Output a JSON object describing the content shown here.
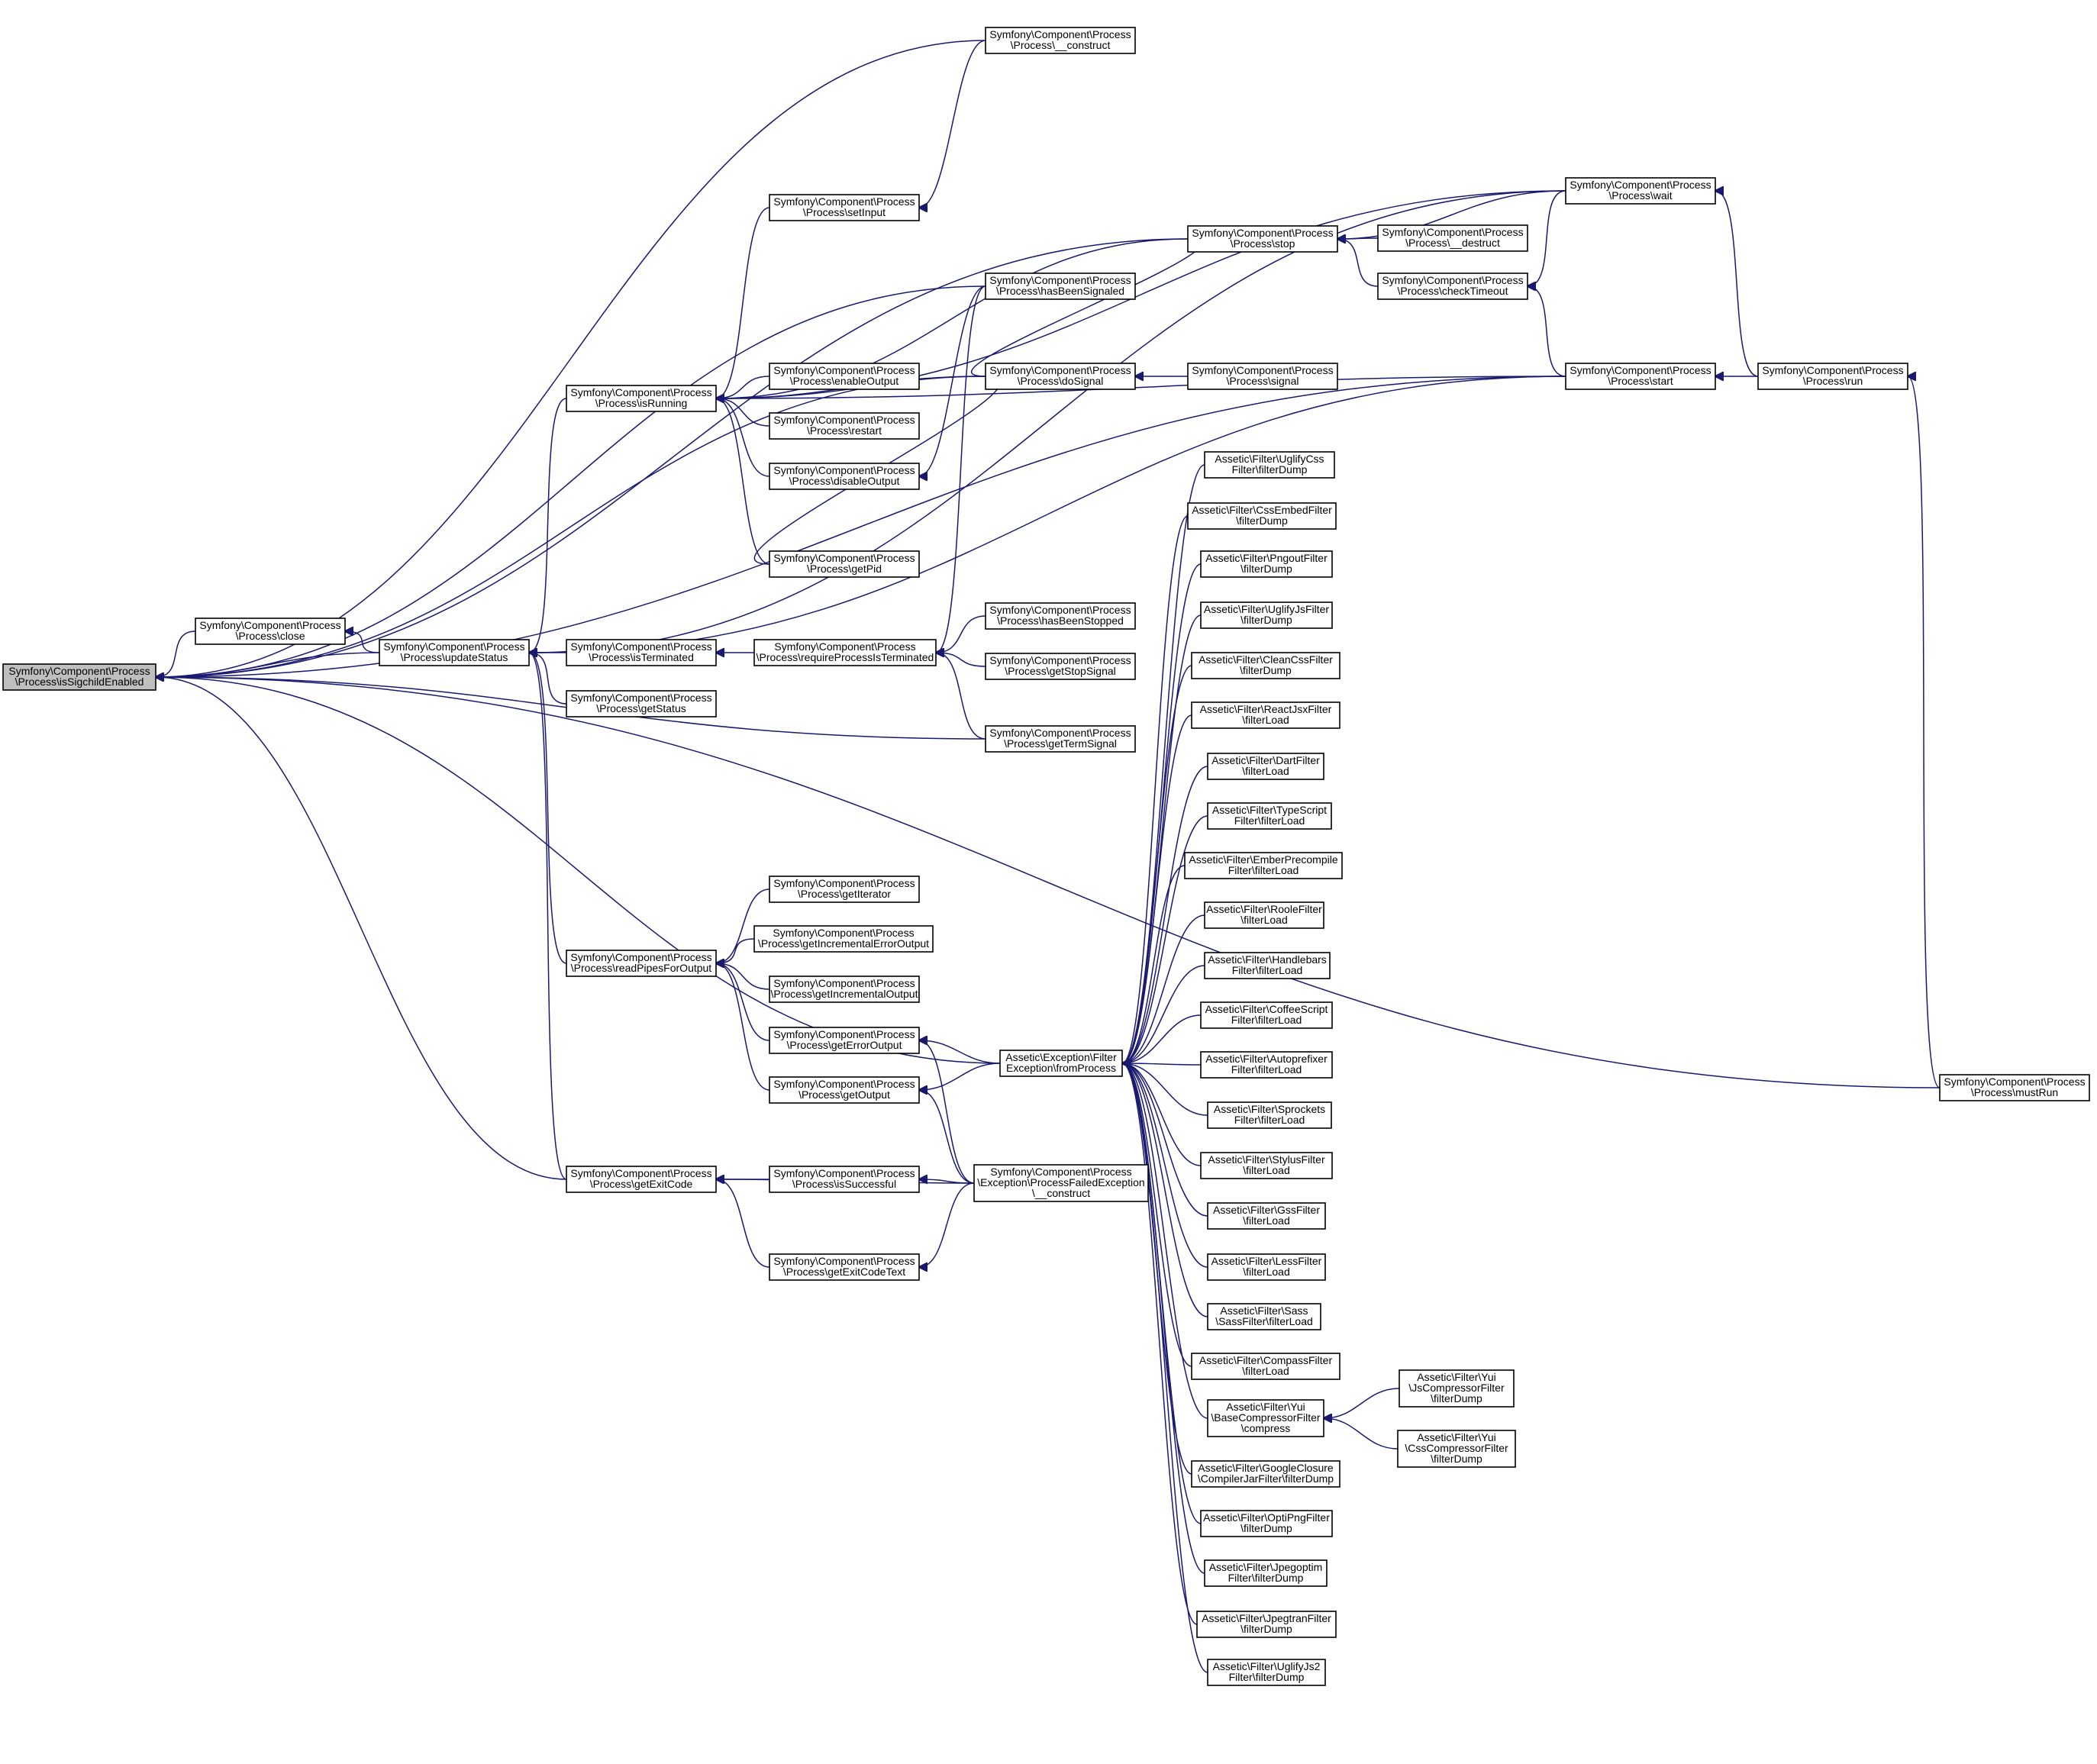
{
  "graph": {
    "edge_color": "#191970",
    "root_fill": "#bfbfbf",
    "node_fill": "#ffffff",
    "nodes": [
      {
        "id": "root",
        "lines": [
          "Symfony\\Component\\Process",
          "\\Process\\isSigchildEnabled"
        ],
        "root": true
      },
      {
        "id": "close",
        "lines": [
          "Symfony\\Component\\Process",
          "\\Process\\close"
        ]
      },
      {
        "id": "updateStatus",
        "lines": [
          "Symfony\\Component\\Process",
          "\\Process\\updateStatus"
        ]
      },
      {
        "id": "isRunning",
        "lines": [
          "Symfony\\Component\\Process",
          "\\Process\\isRunning"
        ]
      },
      {
        "id": "isTerminated",
        "lines": [
          "Symfony\\Component\\Process",
          "\\Process\\isTerminated"
        ]
      },
      {
        "id": "getStatus",
        "lines": [
          "Symfony\\Component\\Process",
          "\\Process\\getStatus"
        ]
      },
      {
        "id": "readPipes",
        "lines": [
          "Symfony\\Component\\Process",
          "\\Process\\readPipesForOutput"
        ]
      },
      {
        "id": "getExitCode",
        "lines": [
          "Symfony\\Component\\Process",
          "\\Process\\getExitCode"
        ]
      },
      {
        "id": "setInput",
        "lines": [
          "Symfony\\Component\\Process",
          "\\Process\\setInput"
        ]
      },
      {
        "id": "enableOutput",
        "lines": [
          "Symfony\\Component\\Process",
          "\\Process\\enableOutput"
        ]
      },
      {
        "id": "restart",
        "lines": [
          "Symfony\\Component\\Process",
          "\\Process\\restart"
        ]
      },
      {
        "id": "disableOutput",
        "lines": [
          "Symfony\\Component\\Process",
          "\\Process\\disableOutput"
        ]
      },
      {
        "id": "getPid",
        "lines": [
          "Symfony\\Component\\Process",
          "\\Process\\getPid"
        ]
      },
      {
        "id": "requireTerm",
        "lines": [
          "Symfony\\Component\\Process",
          "\\Process\\requireProcessIsTerminated"
        ]
      },
      {
        "id": "getIterator",
        "lines": [
          "Symfony\\Component\\Process",
          "\\Process\\getIterator"
        ]
      },
      {
        "id": "getIncErr",
        "lines": [
          "Symfony\\Component\\Process",
          "\\Process\\getIncrementalErrorOutput"
        ]
      },
      {
        "id": "getIncOut",
        "lines": [
          "Symfony\\Component\\Process",
          "\\Process\\getIncrementalOutput"
        ]
      },
      {
        "id": "getErrOut",
        "lines": [
          "Symfony\\Component\\Process",
          "\\Process\\getErrorOutput"
        ]
      },
      {
        "id": "getOutput",
        "lines": [
          "Symfony\\Component\\Process",
          "\\Process\\getOutput"
        ]
      },
      {
        "id": "isSuccessful",
        "lines": [
          "Symfony\\Component\\Process",
          "\\Process\\isSuccessful"
        ]
      },
      {
        "id": "getExitCodeText",
        "lines": [
          "Symfony\\Component\\Process",
          "\\Process\\getExitCodeText"
        ]
      },
      {
        "id": "construct",
        "lines": [
          "Symfony\\Component\\Process",
          "\\Process\\__construct"
        ]
      },
      {
        "id": "hasBeenSignaled",
        "lines": [
          "Symfony\\Component\\Process",
          "\\Process\\hasBeenSignaled"
        ]
      },
      {
        "id": "doSignal",
        "lines": [
          "Symfony\\Component\\Process",
          "\\Process\\doSignal"
        ]
      },
      {
        "id": "hasBeenStopped",
        "lines": [
          "Symfony\\Component\\Process",
          "\\Process\\hasBeenStopped"
        ]
      },
      {
        "id": "getStopSignal",
        "lines": [
          "Symfony\\Component\\Process",
          "\\Process\\getStopSignal"
        ]
      },
      {
        "id": "getTermSignal",
        "lines": [
          "Symfony\\Component\\Process",
          "\\Process\\getTermSignal"
        ]
      },
      {
        "id": "fromProcess",
        "lines": [
          "Assetic\\Exception\\Filter",
          "Exception\\fromProcess"
        ]
      },
      {
        "id": "pfe",
        "lines": [
          "Symfony\\Component\\Process",
          "\\Exception\\ProcessFailedException",
          "\\__construct"
        ]
      },
      {
        "id": "stop",
        "lines": [
          "Symfony\\Component\\Process",
          "\\Process\\stop"
        ]
      },
      {
        "id": "signal",
        "lines": [
          "Symfony\\Component\\Process",
          "\\Process\\signal"
        ]
      },
      {
        "id": "destruct",
        "lines": [
          "Symfony\\Component\\Process",
          "\\Process\\__destruct"
        ]
      },
      {
        "id": "checkTimeout",
        "lines": [
          "Symfony\\Component\\Process",
          "\\Process\\checkTimeout"
        ]
      },
      {
        "id": "wait",
        "lines": [
          "Symfony\\Component\\Process",
          "\\Process\\wait"
        ]
      },
      {
        "id": "start",
        "lines": [
          "Symfony\\Component\\Process",
          "\\Process\\start"
        ]
      },
      {
        "id": "run",
        "lines": [
          "Symfony\\Component\\Process",
          "\\Process\\run"
        ]
      },
      {
        "id": "mustRun",
        "lines": [
          "Symfony\\Component\\Process",
          "\\Process\\mustRun"
        ]
      },
      {
        "id": "uglifyCss",
        "lines": [
          "Assetic\\Filter\\UglifyCss",
          "Filter\\filterDump"
        ]
      },
      {
        "id": "cssEmbed",
        "lines": [
          "Assetic\\Filter\\CssEmbedFilter",
          "\\filterDump"
        ]
      },
      {
        "id": "pngout",
        "lines": [
          "Assetic\\Filter\\PngoutFilter",
          "\\filterDump"
        ]
      },
      {
        "id": "uglifyJs",
        "lines": [
          "Assetic\\Filter\\UglifyJsFilter",
          "\\filterDump"
        ]
      },
      {
        "id": "cleanCss",
        "lines": [
          "Assetic\\Filter\\CleanCssFilter",
          "\\filterDump"
        ]
      },
      {
        "id": "reactJsx",
        "lines": [
          "Assetic\\Filter\\ReactJsxFilter",
          "\\filterLoad"
        ]
      },
      {
        "id": "dart",
        "lines": [
          "Assetic\\Filter\\DartFilter",
          "\\filterLoad"
        ]
      },
      {
        "id": "typeScript",
        "lines": [
          "Assetic\\Filter\\TypeScript",
          "Filter\\filterLoad"
        ]
      },
      {
        "id": "ember",
        "lines": [
          "Assetic\\Filter\\EmberPrecompile",
          "Filter\\filterLoad"
        ]
      },
      {
        "id": "roole",
        "lines": [
          "Assetic\\Filter\\RooleFilter",
          "\\filterLoad"
        ]
      },
      {
        "id": "handlebars",
        "lines": [
          "Assetic\\Filter\\Handlebars",
          "Filter\\filterLoad"
        ]
      },
      {
        "id": "coffee",
        "lines": [
          "Assetic\\Filter\\CoffeeScript",
          "Filter\\filterLoad"
        ]
      },
      {
        "id": "autoprefixer",
        "lines": [
          "Assetic\\Filter\\Autoprefixer",
          "Filter\\filterLoad"
        ]
      },
      {
        "id": "sprockets",
        "lines": [
          "Assetic\\Filter\\Sprockets",
          "Filter\\filterLoad"
        ]
      },
      {
        "id": "stylus",
        "lines": [
          "Assetic\\Filter\\StylusFilter",
          "\\filterLoad"
        ]
      },
      {
        "id": "gss",
        "lines": [
          "Assetic\\Filter\\GssFilter",
          "\\filterLoad"
        ]
      },
      {
        "id": "less",
        "lines": [
          "Assetic\\Filter\\LessFilter",
          "\\filterLoad"
        ]
      },
      {
        "id": "sass",
        "lines": [
          "Assetic\\Filter\\Sass",
          "\\SassFilter\\filterLoad"
        ]
      },
      {
        "id": "compass",
        "lines": [
          "Assetic\\Filter\\CompassFilter",
          "\\filterLoad"
        ]
      },
      {
        "id": "yuiBase",
        "lines": [
          "Assetic\\Filter\\Yui",
          "\\BaseCompressorFilter",
          "\\compress"
        ]
      },
      {
        "id": "yuiJs",
        "lines": [
          "Assetic\\Filter\\Yui",
          "\\JsCompressorFilter",
          "\\filterDump"
        ]
      },
      {
        "id": "yuiCss",
        "lines": [
          "Assetic\\Filter\\Yui",
          "\\CssCompressorFilter",
          "\\filterDump"
        ]
      },
      {
        "id": "closure",
        "lines": [
          "Assetic\\Filter\\GoogleClosure",
          "\\CompilerJarFilter\\filterDump"
        ]
      },
      {
        "id": "optiPng",
        "lines": [
          "Assetic\\Filter\\OptiPngFilter",
          "\\filterDump"
        ]
      },
      {
        "id": "jpegoptim",
        "lines": [
          "Assetic\\Filter\\Jpegoptim",
          "Filter\\filterDump"
        ]
      },
      {
        "id": "jpegtran",
        "lines": [
          "Assetic\\Filter\\JpegtranFilter",
          "\\filterDump"
        ]
      },
      {
        "id": "uglifyJs2",
        "lines": [
          "Assetic\\Filter\\UglifyJs2",
          "Filter\\filterDump"
        ]
      }
    ]
  }
}
